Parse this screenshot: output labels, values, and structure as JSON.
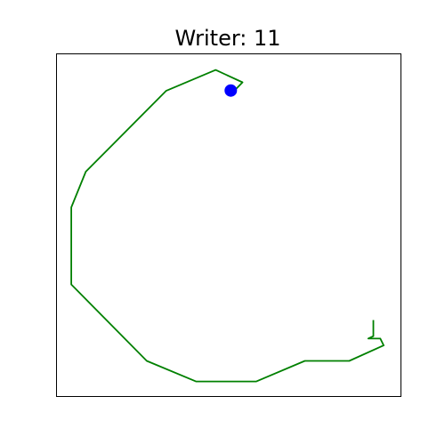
{
  "chart_data": {
    "type": "line",
    "title": "Writer: 11",
    "xlabel": "",
    "ylabel": "",
    "xlim": [
      0,
      1
    ],
    "ylim": [
      0,
      1
    ],
    "grid": false,
    "axis_ticks": false,
    "series": [
      {
        "color": "#008000",
        "x": [
          0.51,
          0.54,
          0.462,
          0.318,
          0.085,
          0.043,
          0.043,
          0.262,
          0.405,
          0.58,
          0.721,
          0.85,
          0.95,
          0.94,
          0.905,
          0.92,
          0.92
        ],
        "y": [
          0.886,
          0.917,
          0.953,
          0.892,
          0.656,
          0.552,
          0.327,
          0.104,
          0.044,
          0.044,
          0.104,
          0.104,
          0.149,
          0.169,
          0.169,
          0.176,
          0.223
        ]
      }
    ],
    "start_marker": {
      "x": 0.506,
      "y": 0.893,
      "color": "#0000ff"
    }
  }
}
